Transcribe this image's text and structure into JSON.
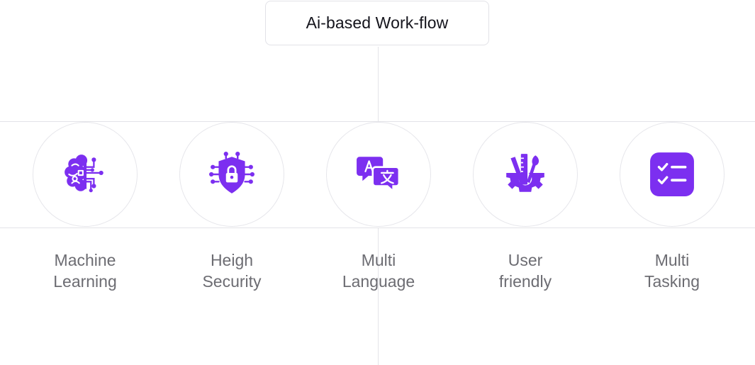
{
  "header": {
    "title": "Ai-based Work-flow"
  },
  "colors": {
    "accent": "#7c2ff0",
    "line": "#e3e3e8",
    "label": "#6c6c72"
  },
  "features": [
    {
      "icon": "brain-circuit-icon",
      "label_line1": "Machine",
      "label_line2": "Learning"
    },
    {
      "icon": "shield-lock-icon",
      "label_line1": "Heigh",
      "label_line2": "Security"
    },
    {
      "icon": "translate-icon",
      "label_line1": "Multi",
      "label_line2": "Language"
    },
    {
      "icon": "design-gear-icon",
      "label_line1": "User",
      "label_line2": "friendly"
    },
    {
      "icon": "checklist-icon",
      "label_line1": "Multi",
      "label_line2": "Tasking"
    }
  ]
}
